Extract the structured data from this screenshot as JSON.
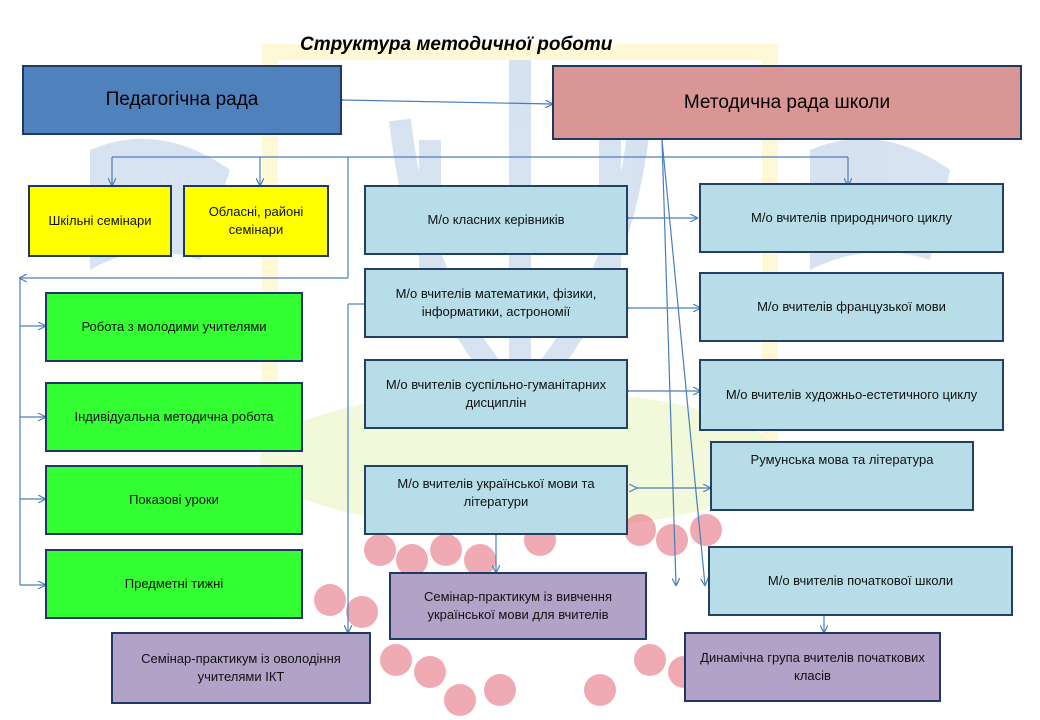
{
  "title": "Структура методичної роботи",
  "boxes": {
    "ped_rada": "Педагогічна рада",
    "met_rada": "Методична рада школи",
    "school_seminars": "Шкільні семінари",
    "regional_seminars": "Обласні, районі семінари",
    "mo_class": "М/о класних керівників",
    "mo_math": "М/о вчителів математики, фізики, інформатики, астрономії",
    "mo_social": "М/о вчителів суспільно-гуманітарних дисциплін",
    "mo_ukr": "М/о вчителів української мови та літератури",
    "mo_nature": "М/о вчителів природничого циклу",
    "mo_french": "М/о вчителів французької мови",
    "mo_art": "М/о вчителів художньо-естетичного циклу",
    "romanian": "Румунська  мова та література",
    "mo_primary": "М/о вчителів початкової школи",
    "young_teachers": "Робота з молодими учителями",
    "individual": "Індивідуальна методична робота",
    "open_lessons": "Показові уроки",
    "subject_weeks": "Предметні тижні",
    "sem_ikt": "Семінар-практикум із оволодіння учителями ІКТ",
    "sem_ukr": "Семінар-практикум із вивчення української мови для вчителів",
    "dyn_group": "Динамічна група вчителів початкових класів"
  },
  "colors": {
    "blue": "#4f81bd",
    "pink": "#d99694",
    "yellow": "#ffff00",
    "light_blue": "#b7dde8",
    "green": "#33ff33",
    "purple": "#b3a2c7",
    "connector": "#4a7ebb"
  }
}
